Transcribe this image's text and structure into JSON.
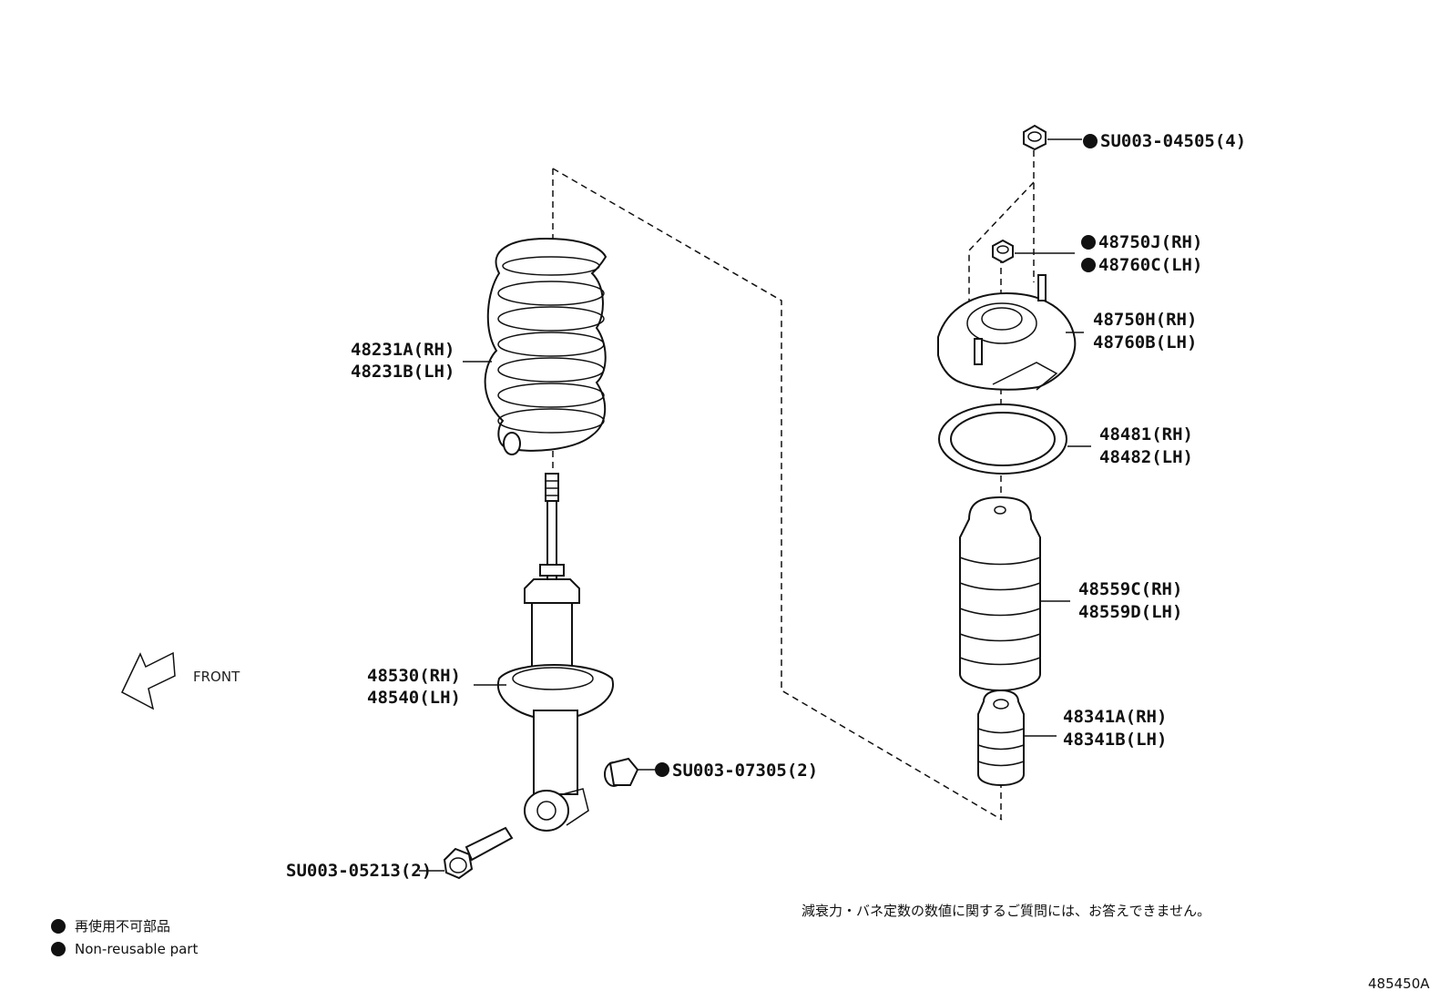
{
  "labels": {
    "spring": [
      "48231A(RH)",
      "48231B(LH)"
    ],
    "shock": [
      "48530(RH)",
      "48540(LH)"
    ],
    "top_nut": "SU003-04505(4)",
    "mount_nut": [
      "48750J(RH)",
      "48760C(LH)"
    ],
    "mount": [
      "48750H(RH)",
      "48760B(LH)"
    ],
    "seat": [
      "48481(RH)",
      "48482(LH)"
    ],
    "boot": [
      "48559C(RH)",
      "48559D(LH)"
    ],
    "bumper": [
      "48341A(RH)",
      "48341B(LH)"
    ],
    "lower_nut": "SU003-07305(2)",
    "bolt": "SU003-05213(2)"
  },
  "front_label": "FRONT",
  "note_jp": "減衰力・バネ定数の数値に関するご質問には、お答えできません。",
  "legend": {
    "jp": "再使用不可部品",
    "en": "Non-reusable part"
  },
  "diagram_id": "485450A",
  "colors": {
    "ink": "#111111",
    "background": "#ffffff"
  }
}
